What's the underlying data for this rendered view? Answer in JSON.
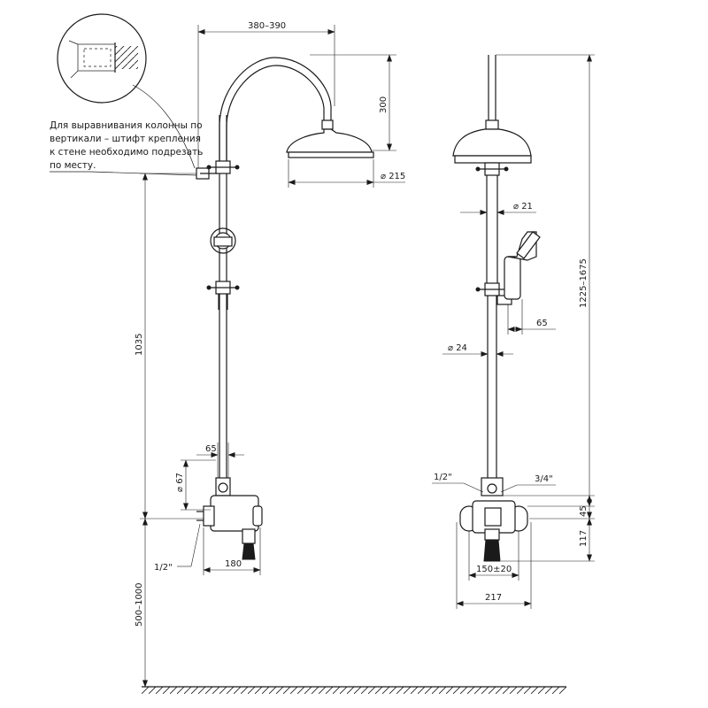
{
  "note": {
    "lines": [
      "Для выравнивания колонны по",
      "вертикали – штифт крепления",
      "к стене необходимо подрезать",
      "по месту."
    ]
  },
  "dims": {
    "arm_reach": "380–390",
    "head_drop": "300",
    "head_diameter": "⌀ 215",
    "total_height": "1035",
    "offset_65_left": "65",
    "diameter_67": "⌀ 67",
    "inlet_left": "1/2\"",
    "body_width": "180",
    "mount_height": "500–1000",
    "column_height": "1225–1675",
    "diameter_21": "⌀ 21",
    "offset_65_right": "65",
    "diameter_24": "⌀ 24",
    "inlet_half": "1/2\"",
    "inlet_three_quarter": "3/4\"",
    "dim_45": "45",
    "dim_117": "117",
    "spacing": "150±20",
    "overall_width": "217"
  }
}
